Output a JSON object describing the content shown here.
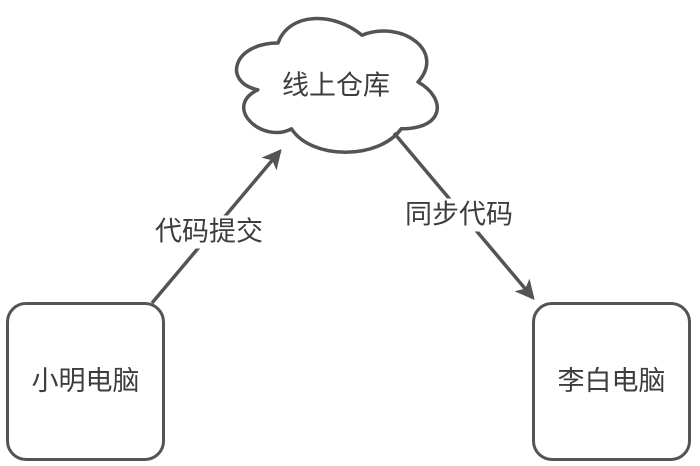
{
  "diagram": {
    "background": "#ffffff",
    "stroke_color": "#545454",
    "text_color": "#3d3d3d",
    "cloud": {
      "label": "线上仓库"
    },
    "nodes": [
      {
        "id": "xiaoming",
        "label": "小明电脑"
      },
      {
        "id": "libai",
        "label": "李白电脑"
      }
    ],
    "edges": [
      {
        "id": "commit",
        "label": "代码提交",
        "from": "xiaoming",
        "to": "cloud"
      },
      {
        "id": "sync",
        "label": "同步代码",
        "from": "cloud",
        "to": "libai"
      }
    ]
  }
}
